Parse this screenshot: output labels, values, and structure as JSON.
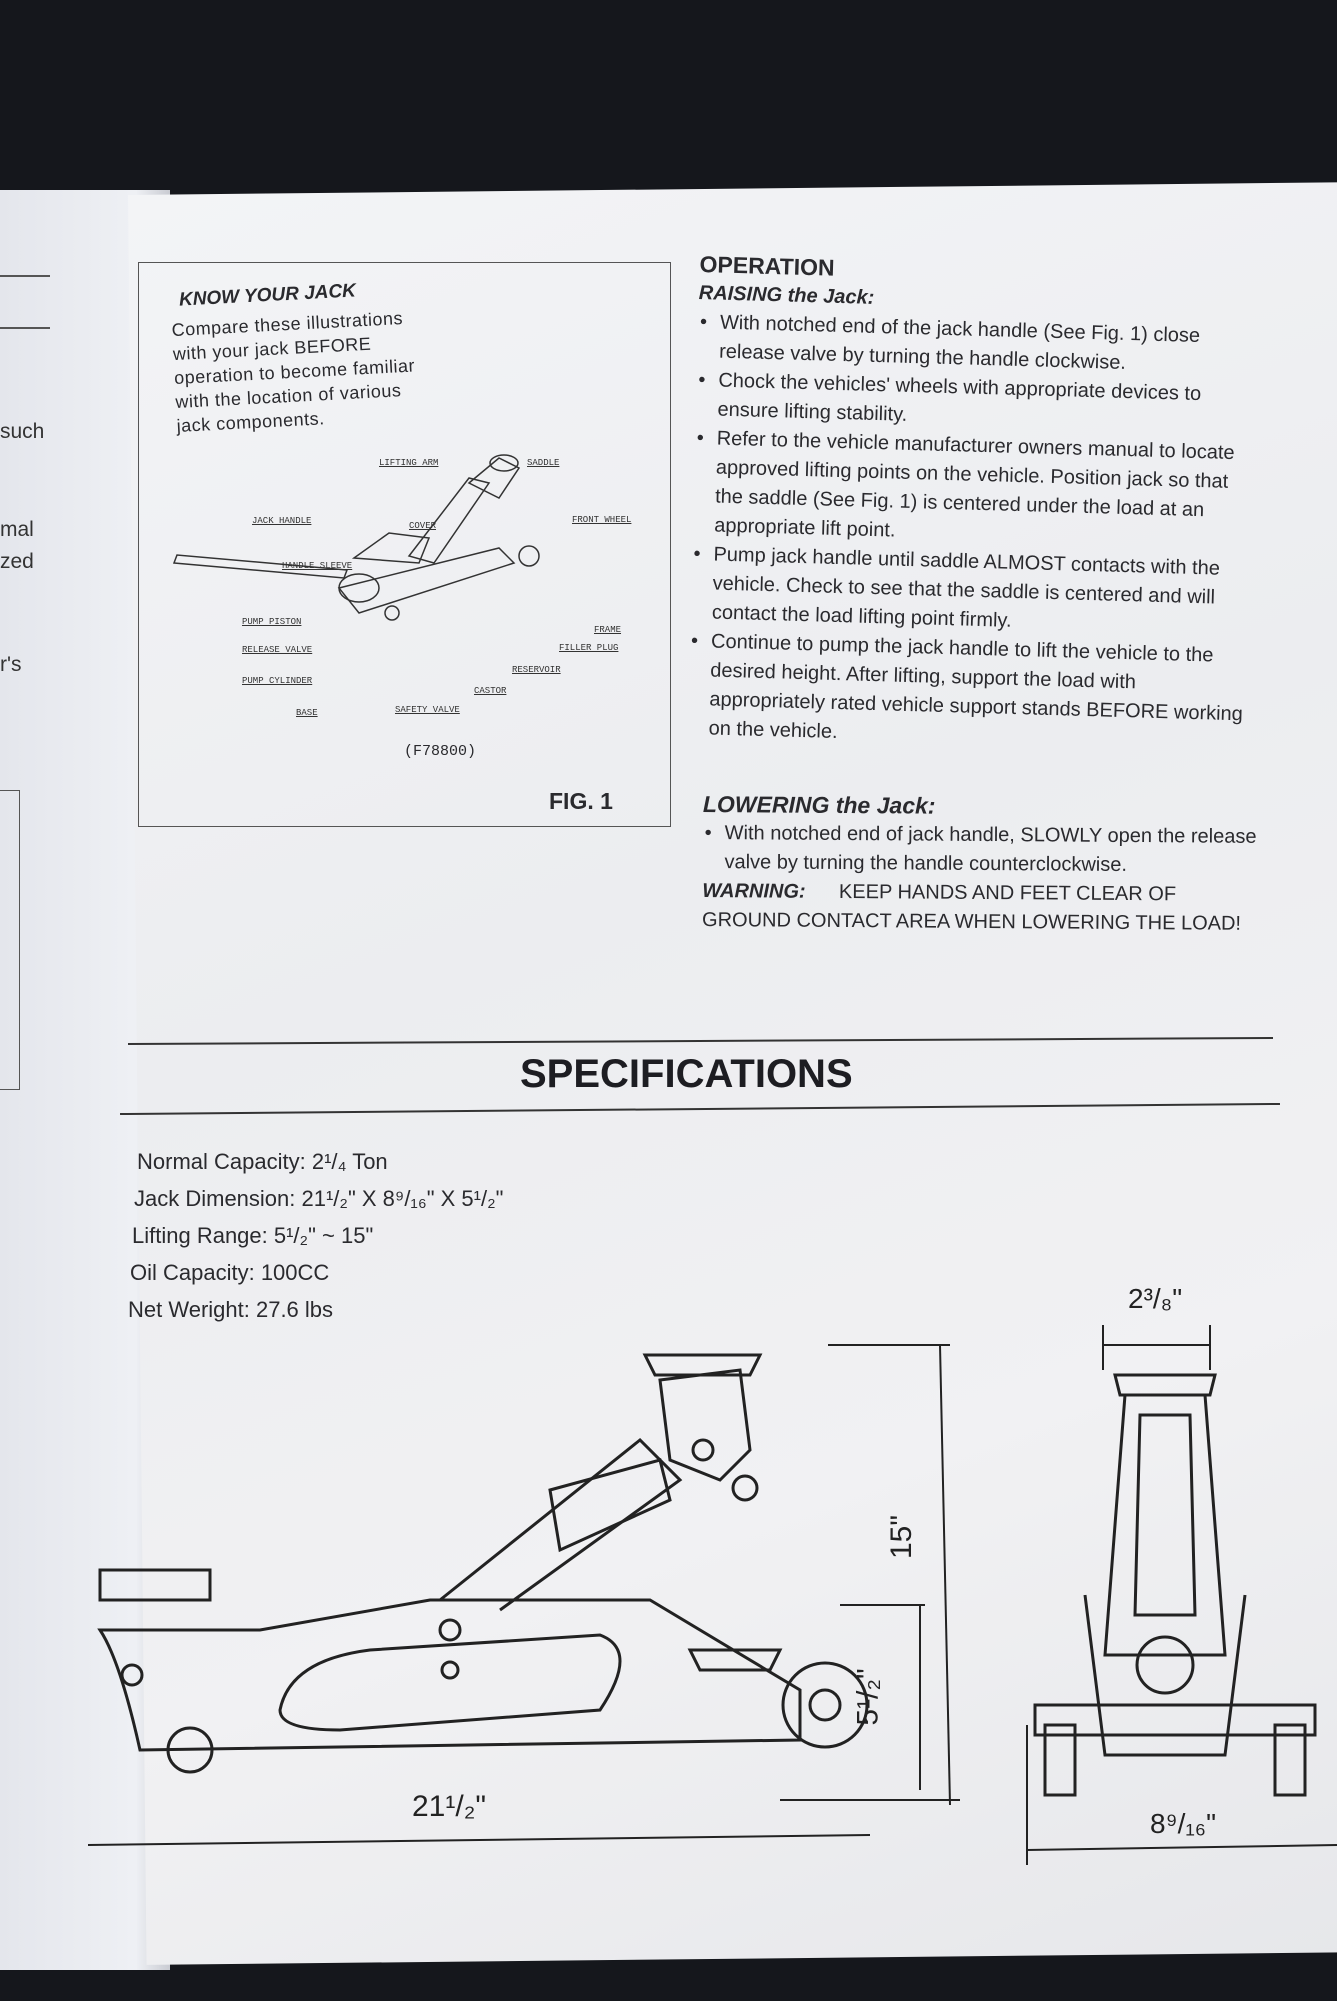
{
  "left_page": {
    "fragments": [
      "such",
      "mal",
      "zed",
      "r's"
    ]
  },
  "know_your_jack": {
    "title": "KNOW YOUR JACK",
    "intro": [
      "Compare these illustrations",
      "with your jack BEFORE",
      "operation to become familiar",
      "with the location of various",
      "jack components."
    ],
    "labels": [
      "LIFTING ARM",
      "SADDLE",
      "JACK HANDLE",
      "COVER",
      "FRONT WHEEL",
      "HANDLE SLEEVE",
      "PUMP PISTON",
      "FRAME",
      "RELEASE VALVE",
      "FILLER PLUG",
      "RESERVOIR",
      "PUMP CYLINDER",
      "CASTOR",
      "BASE",
      "SAFETY VALVE"
    ],
    "model": "(F78800)",
    "fig": "FIG. 1"
  },
  "operation": {
    "title": "OPERATION",
    "raising": "RAISING the Jack:",
    "raising_items": [
      "With notched end of the jack handle (See Fig. 1) close release valve by turning the handle clockwise.",
      "Chock the vehicles' wheels with appropriate devices to ensure lifting stability.",
      "Refer to the vehicle manufacturer owners manual to locate approved lifting points on the vehicle. Position jack so that the saddle (See Fig. 1) is centered under the load at an appropriate lift point.",
      "Pump jack handle until saddle ALMOST contacts with the vehicle. Check to see that the saddle is centered and will contact the load lifting point firmly.",
      "Continue to pump the jack handle to lift the vehicle to the desired height. After lifting, support the load with appropriately rated vehicle support stands BEFORE working on the vehicle."
    ],
    "lowering": "LOWERING the Jack:",
    "lowering_items": [
      "With notched end of jack handle, SLOWLY open the release valve by turning the handle counterclockwise."
    ],
    "warning_label": "WARNING:",
    "warning_text": "KEEP HANDS AND FEET CLEAR OF GROUND CONTACT AREA WHEN LOWERING THE LOAD!"
  },
  "specifications": {
    "title": "SPECIFICATIONS",
    "items": [
      "Normal Capacity: 2¹/₄ Ton",
      "Jack Dimension: 21¹/₂\" X 8⁹/₁₆\" X 5¹/₂\"",
      "Lifting Range: 5¹/₂\" ~ 15\"",
      "Oil Capacity: 100CC",
      "Net Weright: 27.6 lbs"
    ],
    "dims": {
      "length": "21¹/₂\"",
      "max_height": "15\"",
      "min_height": "5¹/₂\"",
      "saddle_width": "2³/₈\"",
      "width": "8⁹/₁₆\""
    }
  }
}
